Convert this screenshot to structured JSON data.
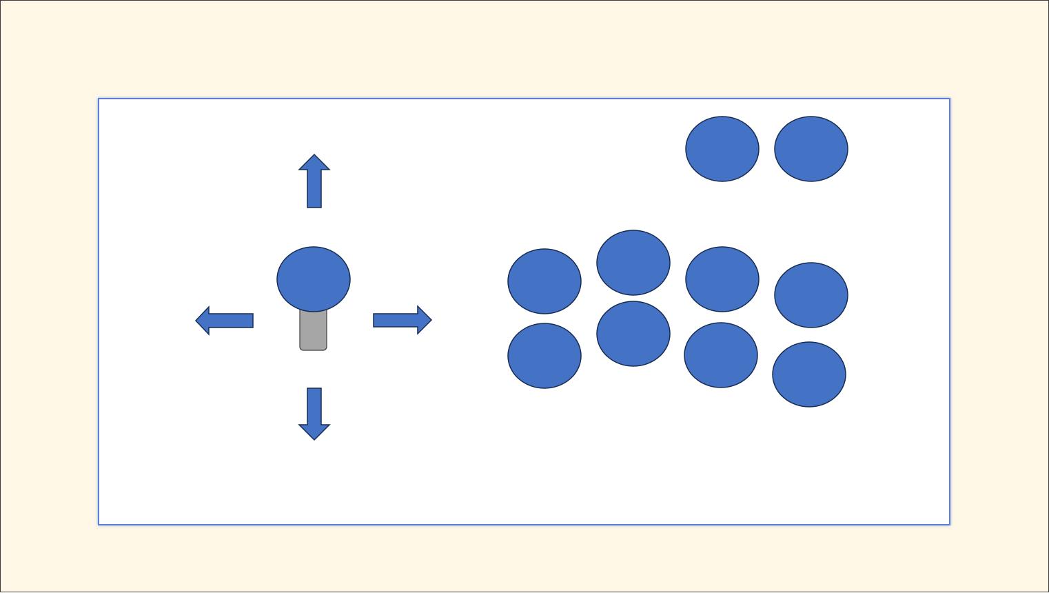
{
  "colors": {
    "background": "#fff8e7",
    "panel_fill": "#ffffff",
    "panel_border": "#5b7fd6",
    "shape_fill": "#4472c4",
    "shape_stroke": "#172c51",
    "stick_fill": "#a6a6a6",
    "stick_stroke": "#3f3f3f"
  },
  "joystick": {
    "directions": [
      "up",
      "down",
      "left",
      "right"
    ]
  },
  "buttons": {
    "count": 10
  }
}
